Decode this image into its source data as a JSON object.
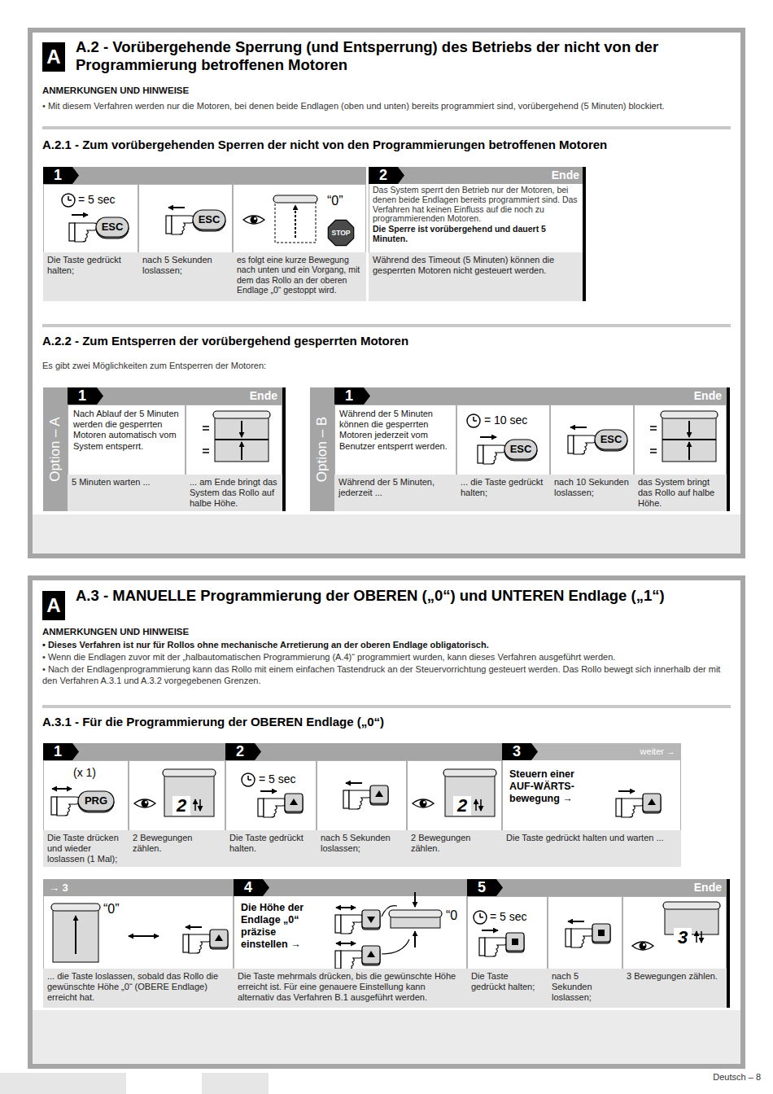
{
  "diagram": {
    "nodes": [
      {
        "text": [
          "A",
          "A.2 - Vorübergehende Sperrung (und Entsperrung) des Betriebs der nicht von der Programmierung betroffenen Motoren",
          "ANMERKUNGEN UND HINWEISE",
          "• Mit diesem Verfahren werden nur die Motoren, bei denen beide Endlagen (oben und unten) bereits programmiert sind, vorübergehend (5 Minuten) blockiert.",
          "A.2.1 - Zum vorübergehenden Sperren der nicht von den Programmierungen betroffenen Motoren",
          "A.2.2 - Zum Entsperren der vorübergehend gesperrten Motoren",
          "Es gibt zwei Möglichkeiten zum Entsperren der Motoren:"
        ]
      },
      {
        "text": [
          "1"
        ],
        "in": 0
      },
      {
        "text": [
          "= 5 sec",
          "ESC",
          "Die Taste gedrückt halten;"
        ],
        "in": 1
      },
      {
        "text": [
          "ESC",
          "nach 5 Sekunden loslassen;"
        ],
        "in": 1
      },
      {
        "text": [
          "“0”",
          "STOP",
          "es folgt eine kurze Bewegung nach unten und ein Vorgang, mit dem das Rollo an der oberen Endlage „0“ gestoppt wird."
        ],
        "in": 1
      },
      {
        "text": [
          "2",
          "Ende",
          "Das System sperrt den Betrieb nur der Motoren, bei denen beide Endlagen bereits programmiert sind. Das Verfahren hat keinen Einfluss auf die noch zu programmierenden Motoren.",
          "Die Sperre ist vorübergehend und dauert 5 Minuten.",
          "Während des Timeout (5 Minuten) können die gesperrten Motoren nicht gesteuert werden."
        ],
        "in": 0
      },
      {
        "text": [
          "Option – A",
          "1",
          "Ende"
        ],
        "in": 0
      },
      {
        "text": [
          "Nach Ablauf der 5 Minuten werden die gesperrten Motoren automatisch vom System entsperrt.",
          "5 Minuten warten ..."
        ],
        "in": 6
      },
      {
        "text": [
          "... am Ende bringt das System das Rollo auf halbe Höhe."
        ],
        "in": 6
      },
      {
        "text": [
          "Option – B",
          "1",
          "Ende"
        ],
        "in": 0
      },
      {
        "text": [
          "Während der 5 Minuten können die gesperrten Motoren jederzeit vom Benutzer entsperrt werden.",
          "Während der 5 Minuten, jederzeit ..."
        ],
        "in": 9
      },
      {
        "text": [
          "= 10 sec",
          "ESC",
          "... die Taste gedrückt halten;"
        ],
        "in": 9
      },
      {
        "text": [
          "ESC",
          "nach 10 Sekunden loslassen;"
        ],
        "in": 9
      },
      {
        "text": [
          "das System bringt das Rollo auf halbe Höhe."
        ],
        "in": 9
      },
      {
        "text": [
          "A",
          "A.3 - MANUELLE Programmierung der OBEREN („0“) und UNTEREN Endlage („1“)",
          "ANMERKUNGEN UND HINWEISE",
          "• Dieses Verfahren ist nur für Rollos ohne mechanische Arretierung an der oberen Endlage obligatorisch.",
          "• Wenn die Endlagen zuvor mit der „halbautomatischen Programmierung (A.4)“ programmiert wurden, kann dieses Verfahren ausgeführt werden.",
          "• Nach der Endlagenprogrammierung kann das Rollo mit einem einfachen Tastendruck an der Steuervorrichtung gesteuert werden. Das Rollo bewegt sich innerhalb der mit den Verfahren A.3.1 und A.3.2 vorgegebenen Grenzen.",
          "A.3.1 - Für die Programmierung der OBEREN Endlage („0“)"
        ]
      },
      {
        "text": [
          "1"
        ],
        "in": 14
      },
      {
        "text": [
          "(x 1)",
          "PRG",
          "Die Taste drücken und wieder loslassen (1 Mal);"
        ],
        "in": 15
      },
      {
        "text": [
          "2",
          "2 Bewegungen zählen."
        ],
        "in": 15
      },
      {
        "text": [
          "2"
        ],
        "in": 14
      },
      {
        "text": [
          "= 5 sec",
          "Die Taste gedrückt halten."
        ],
        "in": 18
      },
      {
        "text": [
          "nach 5 Sekunden loslassen;"
        ],
        "in": 18
      },
      {
        "text": [
          "2",
          "2 Bewegungen zählen."
        ],
        "in": 18
      },
      {
        "text": [
          "3",
          "weiter →",
          "Steuern einer AUF-WÄRTS-bewegung →",
          "Die Taste gedrückt halten und warten ..."
        ],
        "in": 14
      },
      {
        "text": [
          "→ 3",
          "“0”",
          "... die Taste loslassen, sobald das Rollo die gewünschte Höhe „0“ (OBERE Endlage) erreicht hat."
        ],
        "in": 14
      },
      {
        "text": [
          "4",
          "Die Höhe der Endlage „0“ präzise einstellen →",
          "“0",
          "Die Taste mehrmals drücken, bis die gewünschte Höhe erreicht ist. Für eine genauere Einstellung kann alternativ das Verfahren B.1 ausgeführt werden."
        ],
        "in": 14
      },
      {
        "text": [
          "5",
          "Ende"
        ],
        "in": 14
      },
      {
        "text": [
          "= 5 sec",
          "Die Taste gedrückt halten;"
        ],
        "in": 25
      },
      {
        "text": [
          "nach 5 Sekunden loslassen;"
        ],
        "in": 25
      },
      {
        "text": [
          "3",
          "3 Bewegungen zählen."
        ],
        "in": 25
      }
    ],
    "labels": [
      "Deutsch – 8"
    ]
  }
}
